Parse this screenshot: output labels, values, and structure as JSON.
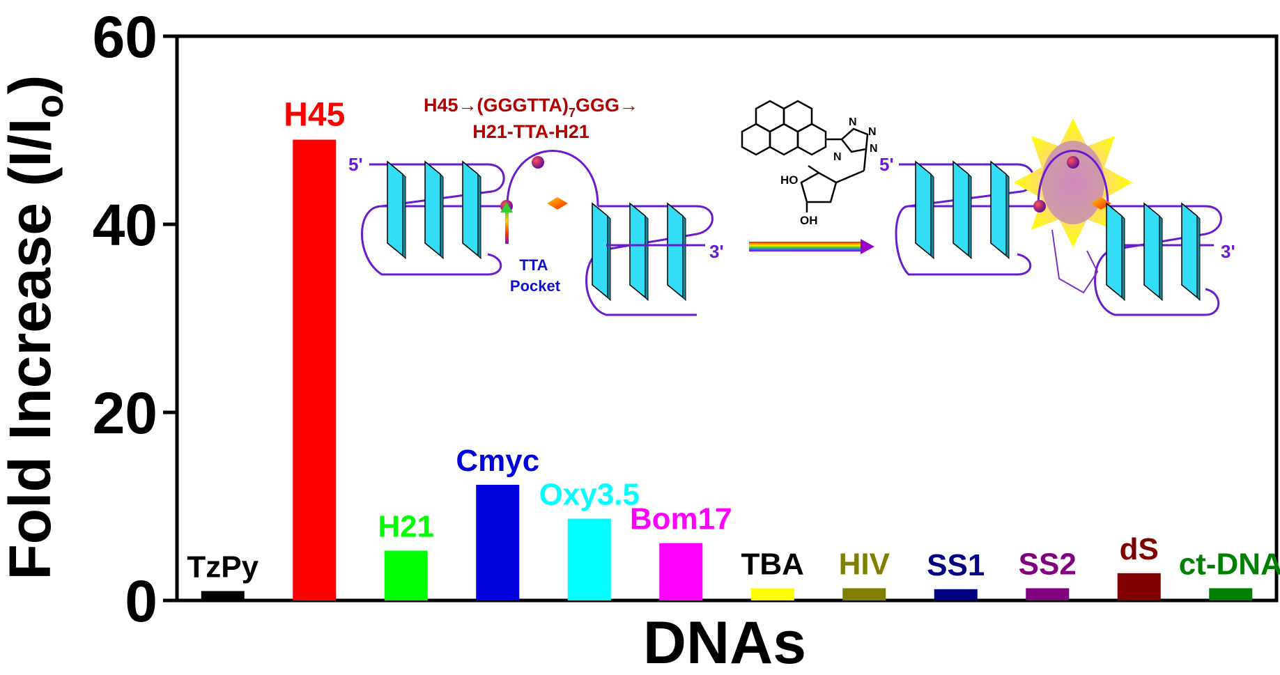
{
  "chart_data": {
    "type": "bar",
    "title": "",
    "xlabel": "DNAs",
    "ylabel": "Fold Increase (I/I",
    "ylabel_sub": "o",
    "ylim": [
      0,
      60
    ],
    "yticks": [
      0,
      20,
      40,
      60
    ],
    "grid": false,
    "legend": "none",
    "categories": [
      "TzPy",
      "H45",
      "H21",
      "Cmyc",
      "Oxy3.5",
      "Bom17",
      "TBA",
      "HIV",
      "SS1",
      "SS2",
      "dS",
      "ct-DNA"
    ],
    "values": [
      1.0,
      49.0,
      5.3,
      12.3,
      8.7,
      6.1,
      1.3,
      1.3,
      1.2,
      1.3,
      2.9,
      1.3
    ],
    "colors": [
      "#000000",
      "#ff0000",
      "#00ff00",
      "#0000dd",
      "#00ffff",
      "#ff00ff",
      "#ffff00",
      "#808000",
      "#000080",
      "#800080",
      "#800000",
      "#008000"
    ],
    "label_colors": [
      "#000000",
      "#ff0000",
      "#00ff00",
      "#0000dd",
      "#00ffff",
      "#ff00ff",
      "#000000",
      "#808000",
      "#000080",
      "#800080",
      "#800000",
      "#008000"
    ]
  },
  "inset": {
    "sequence_line1": "H45→(GGGTTA)",
    "sequence_sub": "7",
    "sequence_line1b": "GGG→",
    "sequence_line2": "H21-TTA-H21",
    "five_prime": "5'",
    "three_prime": "3'",
    "pocket_label_1": "TTA",
    "pocket_label_2": "Pocket",
    "molecule_labels": [
      "HO",
      "OH",
      "N",
      "N",
      "N",
      "N"
    ]
  }
}
